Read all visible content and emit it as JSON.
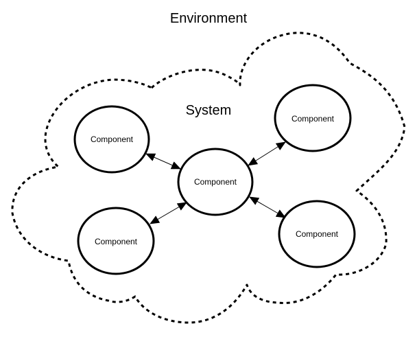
{
  "diagram": {
    "environment_label": "Environment",
    "system_label": "System",
    "colors": {
      "stroke": "#000000",
      "background": "#ffffff"
    },
    "components": [
      {
        "id": "top-left",
        "label": "Component"
      },
      {
        "id": "bottom-left",
        "label": "Component"
      },
      {
        "id": "center",
        "label": "Component"
      },
      {
        "id": "top-right",
        "label": "Component"
      },
      {
        "id": "bottom-right",
        "label": "Component"
      }
    ],
    "connections": [
      {
        "from": "top-left",
        "to": "center",
        "type": "bidirectional"
      },
      {
        "from": "bottom-left",
        "to": "center",
        "type": "bidirectional"
      },
      {
        "from": "top-right",
        "to": "center",
        "type": "bidirectional"
      },
      {
        "from": "bottom-right",
        "to": "center",
        "type": "bidirectional"
      }
    ]
  }
}
